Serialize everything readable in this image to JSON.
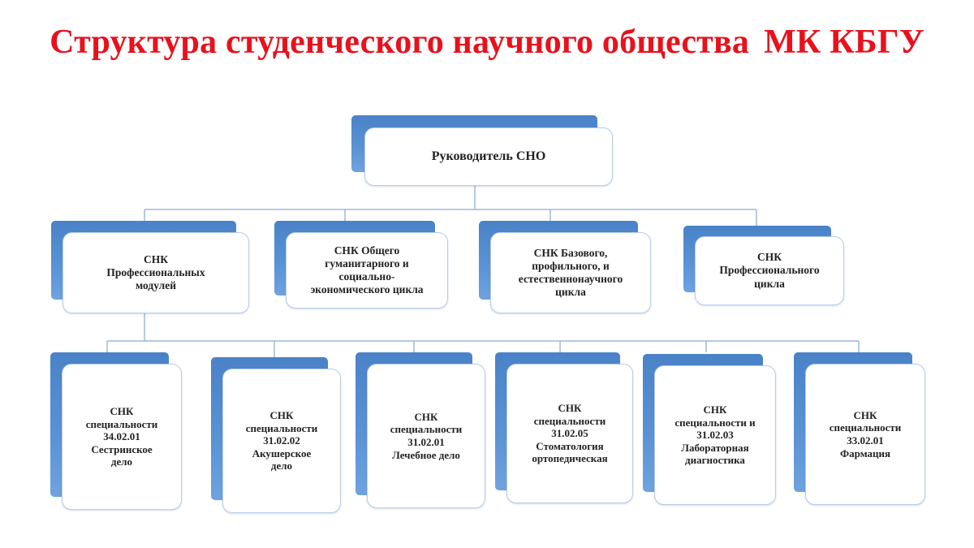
{
  "title": {
    "part1": "Структура студенческого научного общества",
    "part2": "МК КБГУ"
  },
  "root": {
    "label": "Руководитель СНО"
  },
  "level1": [
    {
      "label": "СНК\nПрофессиональных\nмодулей"
    },
    {
      "label": "СНК  Общего\nгуманитарного  и\nсоциально-\nэкономического цикла"
    },
    {
      "label": "СНК Базового,\nпрофильного, и\nестественнонаучного\nцикла"
    },
    {
      "label": "СНК\nПрофессионального\nцикла"
    }
  ],
  "level2": [
    {
      "label": "СНК\nспециальности\n34.02.01\nСестринское\nдело"
    },
    {
      "label": "СНК\nспециальности\n31.02.02\nАкушерское\nдело"
    },
    {
      "label": "СНК\nспециальности\n31.02.01\nЛечебное дело"
    },
    {
      "label": "СНК\nспециальности\n31.02.05\nСтоматология\nортопедическая"
    },
    {
      "label": "СНК\nспециальности и\n31.02.03\nЛабораторная\nдиагностика"
    },
    {
      "label": "СНК\nспециальности\n33.02.01\nФармация"
    }
  ],
  "colors": {
    "title": "#e8111c",
    "box_back": "#4a82c8",
    "box_border": "#b8cde6",
    "connector": "#9fb8d6"
  }
}
